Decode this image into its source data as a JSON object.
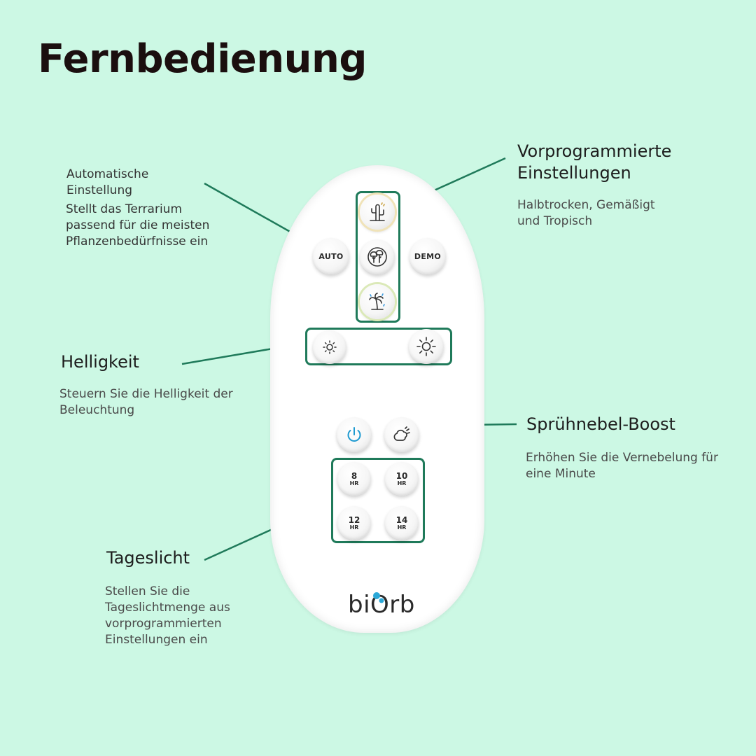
{
  "title": "Fernbedienung",
  "callouts": {
    "auto": {
      "heading_line1": "Automatische",
      "heading_line2": "Einstellung",
      "desc_line1": "Stellt das Terrarium",
      "desc_line2": "passend für die meisten",
      "desc_line3": "Pflanzenbedürfnisse ein"
    },
    "presets": {
      "heading_line1": "Vorprogrammierte",
      "heading_line2": "Einstellungen",
      "desc_line1": "Halbtrocken, Gemäßigt",
      "desc_line2": "und Tropisch"
    },
    "brightness": {
      "heading": "Helligkeit",
      "desc_line1": "Steuern Sie die Helligkeit der",
      "desc_line2": "Beleuchtung"
    },
    "mist": {
      "heading": "Sprühnebel-Boost",
      "desc_line1": "Erhöhen Sie die Vernebelung für",
      "desc_line2": "eine Minute"
    },
    "daylight": {
      "heading": "Tageslicht",
      "desc_line1": "Stellen Sie die",
      "desc_line2": "Tageslichtmenge aus",
      "desc_line3": "vorprogrammierten",
      "desc_line4": "Einstellungen ein"
    }
  },
  "remote": {
    "auto_label": "AUTO",
    "demo_label": "DEMO",
    "timers": [
      {
        "num": "8",
        "unit": "HR"
      },
      {
        "num": "10",
        "unit": "HR"
      },
      {
        "num": "12",
        "unit": "HR"
      },
      {
        "num": "14",
        "unit": "HR"
      }
    ],
    "logo": "biOrb",
    "icons": {
      "semi_arid": "cactus-icon",
      "temperate": "tree-icon",
      "tropical": "palm-tree-icon",
      "brightness_down": "sun-small-icon",
      "brightness_up": "sun-large-icon",
      "power": "power-icon",
      "mist": "mist-cloud-icon"
    }
  },
  "colors": {
    "background": "#ccf8e4",
    "accent": "#1f7a5a",
    "power_blue": "#1e9ad0",
    "logo_blue": "#2aa8d8"
  }
}
